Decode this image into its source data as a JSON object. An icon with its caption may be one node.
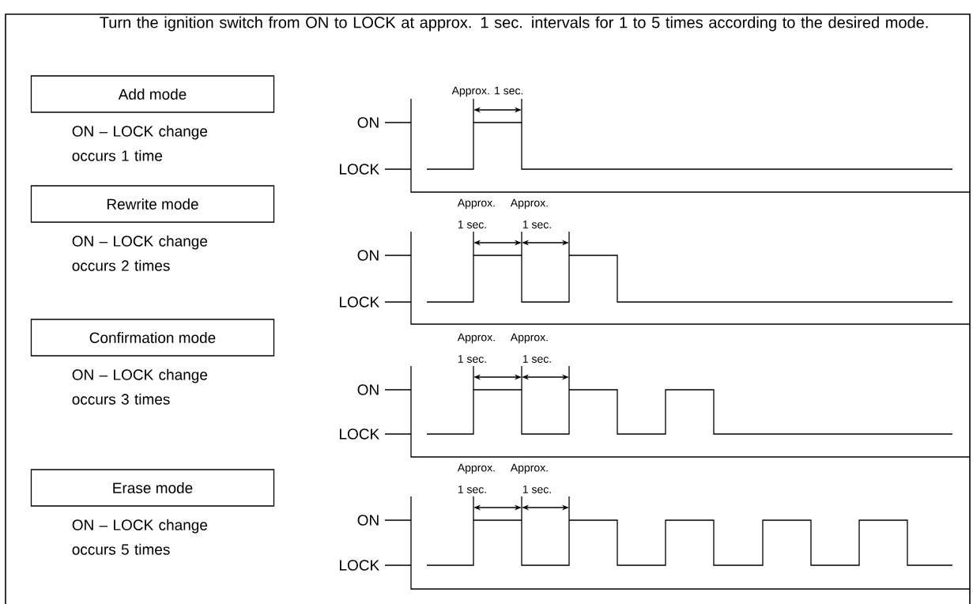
{
  "diagram": {
    "nodes": [
      {
        "text": [
          "Add mode"
        ],
        "beside": [
          "ON – LOCK change occurs 1 time"
        ]
      },
      {
        "text": [
          "Rewrite mode"
        ],
        "beside": [
          "ON – LOCK change occurs 2 times"
        ]
      },
      {
        "text": [
          "Confirmation  mode"
        ],
        "beside": [
          "ON – LOCK change occurs 3 times"
        ]
      },
      {
        "text": [
          "Erase mode"
        ],
        "beside": [
          "ON – LOCK change occurs 5 times"
        ]
      }
    ],
    "labels": [
      "Turn the ignition switch from ON to LOCK at approx. 1 sec. intervals for 1 to 5 times according to the desired mode.",
      "Approx. 1 sec.",
      "ON",
      "LOCK",
      "Approx.",
      "Approx.",
      "1 sec.",
      "1 sec.",
      "ON",
      "LOCK",
      "Approx.",
      "Approx.",
      "1 sec.",
      "1 sec.",
      "ON",
      "LOCK",
      "Approx.",
      "Approx.",
      "1 sec.",
      "1 sec.",
      "ON",
      "LOCK"
    ]
  }
}
